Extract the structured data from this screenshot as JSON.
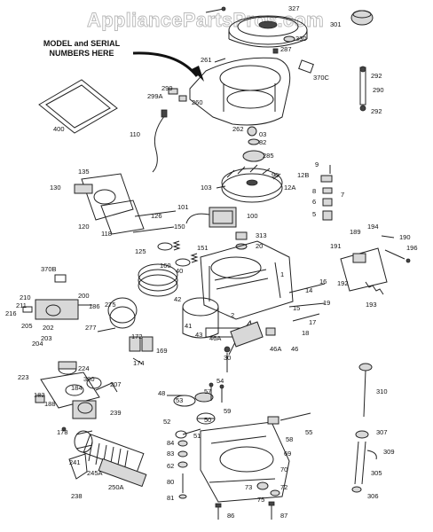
{
  "watermark": "AppliancePartsPros.com",
  "note_line1": "MODEL and SERIAL",
  "note_line2": "NUMBERS HERE",
  "labels": {
    "l327": "327",
    "l301": "301",
    "l330": "330",
    "l287": "287",
    "l261": "261",
    "l370c": "370C",
    "l292a": "292",
    "l290": "290",
    "l292b": "292",
    "l299": "299",
    "l299a": "299A",
    "l260": "260",
    "l400": "400",
    "l110": "110",
    "l262": "262",
    "l03": "03",
    "l82": "82",
    "l285": "285",
    "l135": "135",
    "l130": "130",
    "l9": "9",
    "l12b": "12B",
    "l12a": "12A",
    "l8": "8",
    "l6": "6",
    "l5": "5",
    "l7": "7",
    "l90": "90",
    "l103": "103",
    "l120": "120",
    "l118": "118",
    "l126": "126",
    "l101": "101",
    "l100": "100",
    "l150": "150",
    "l313": "313",
    "l20": "20",
    "l125": "125",
    "l151": "151",
    "l160": "160",
    "l40": "40",
    "l189": "189",
    "l194": "194",
    "l190": "190",
    "l191": "191",
    "l196": "196",
    "l370b": "370B",
    "l1": "1",
    "l42": "42",
    "l16": "16",
    "l14": "14",
    "l192": "192",
    "l19": "19",
    "l210": "210",
    "l200": "200",
    "l211": "211",
    "l186": "186",
    "l216": "216",
    "l275": "275",
    "l15": "15",
    "l193": "193",
    "l205": "205",
    "l202": "202",
    "l203": "203",
    "l204": "204",
    "l277": "277",
    "l2": "2",
    "l17": "17",
    "l41": "41",
    "l43": "43",
    "l46a1": "46A",
    "l18": "18",
    "l172": "172",
    "l169": "169",
    "l174": "174",
    "l46a2": "46A",
    "l46": "46",
    "l30": "30",
    "l224": "224",
    "l223": "223",
    "l380": "380",
    "l184": "184",
    "l207": "207",
    "l182": "182",
    "l188": "188",
    "l239": "239",
    "l48": "48",
    "l57": "57",
    "l54": "54",
    "l53": "53",
    "l59": "59",
    "l310": "310",
    "l52": "52",
    "l50": "50",
    "l178": "178",
    "l51": "51",
    "l55": "55",
    "l307": "307",
    "l84": "84",
    "l58": "58",
    "l83": "83",
    "l69": "69",
    "l309": "309",
    "l241": "241",
    "l62": "62",
    "l245a": "245A",
    "l80": "80",
    "l70": "70",
    "l305": "305",
    "l238": "238",
    "l250a": "250A",
    "l73": "73",
    "l72": "72",
    "l306": "306",
    "l81": "81",
    "l75": "75",
    "l86": "86",
    "l87": "87"
  }
}
